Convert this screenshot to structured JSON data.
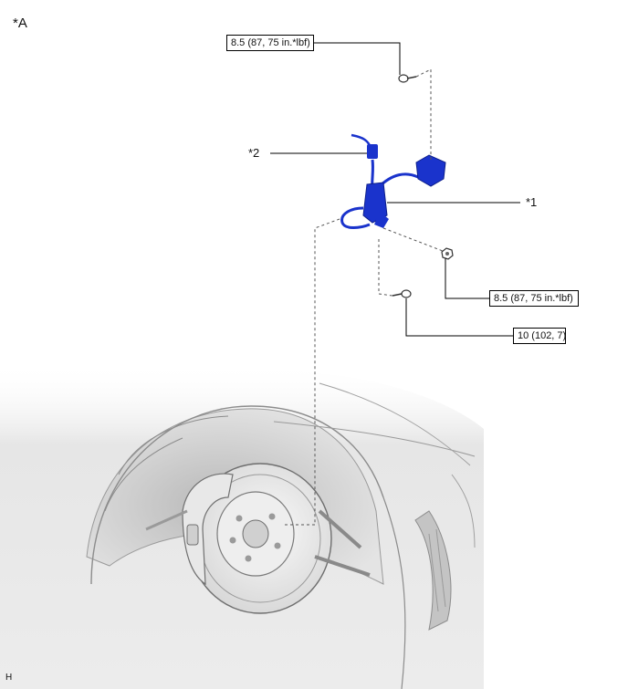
{
  "view_label": "*A",
  "footer_code": "H",
  "parts": {
    "part1": "*1",
    "part2": "*2"
  },
  "torque": {
    "top_bolt": "8.5 (87, 75 in.*lbf)",
    "nut": "8.5 (87, 75 in.*lbf)",
    "lower_bolt": "10 (102, 7)"
  },
  "colors": {
    "sensor": "#1a33cc",
    "leader": "#000000",
    "dashed": "#555555",
    "body_shade": "#d9d9d9"
  }
}
